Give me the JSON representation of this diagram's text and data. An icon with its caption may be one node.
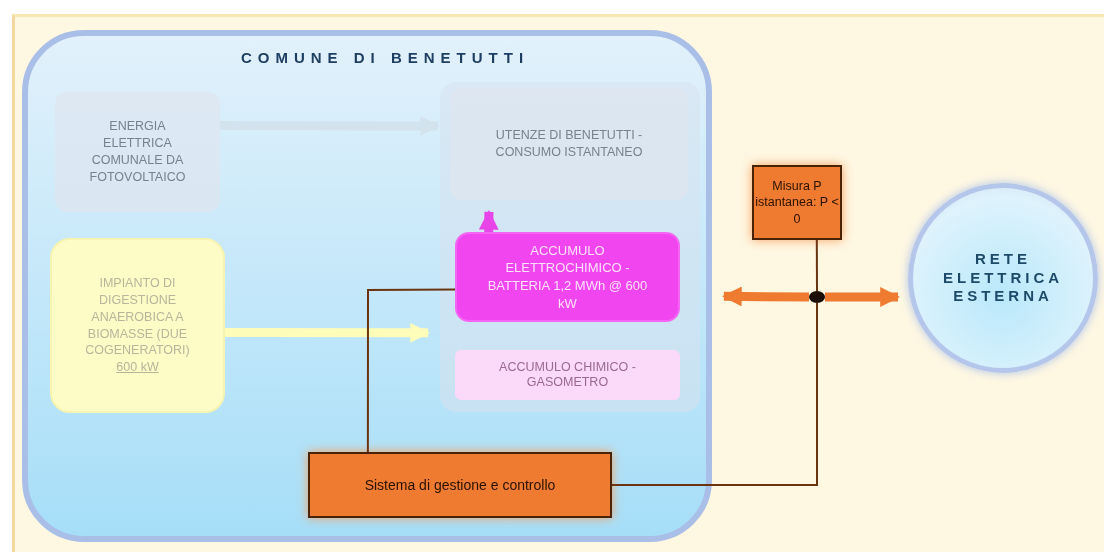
{
  "diagram": {
    "nodes": [
      {
        "text": [
          "COMUNE DI BENETUTTI"
        ]
      },
      {
        "text": [
          "ENERGIA ELETTRICA COMUNALE DA FOTOVOLTAICO"
        ],
        "in": 0
      },
      {
        "text": [],
        "shape": "box",
        "in": 0
      },
      {
        "text": [
          "UTENZE DI BENETUTTI - CONSUMO ISTANTANEO"
        ],
        "in": 2
      },
      {
        "text": [
          "ACCUMULO ELETTROCHIMICO - BATTERIA 1,2 MWh @ 600 kW"
        ],
        "in": 2
      },
      {
        "text": [
          "ACCUMULO CHIMICO - GASOMETRO"
        ],
        "in": 2
      },
      {
        "text": [
          "IMPIANTO DI DIGESTIONE ANAEROBICA A BIOMASSE (DUE COGENERATORI)",
          "600 kW"
        ],
        "in": 0
      },
      {
        "text": [
          "Sistema di gestione e controllo"
        ],
        "in": 0
      },
      {
        "text": [
          "Misura P istantanea: P < 0"
        ]
      },
      {
        "text": [],
        "shape": "circle"
      },
      {
        "text": [
          "RETE ELETTRICA ESTERNA"
        ]
      }
    ],
    "edges": [
      {
        "from": 1,
        "to": 3,
        "arrow": "to",
        "color": "#d3e3ee"
      },
      {
        "from": 6,
        "to": 2,
        "arrow": "to",
        "color": "#fdfcb8"
      },
      {
        "from": 4,
        "to": 3,
        "arrow": "to",
        "color": "#e845e8"
      },
      {
        "from": 7,
        "to": 4,
        "arrow": "none",
        "color": "#6b3410"
      },
      {
        "from": 7,
        "to": 9,
        "arrow": "none",
        "color": "#6b3410"
      },
      {
        "from": 9,
        "to": 8,
        "arrow": "none",
        "color": "#6b3410"
      },
      {
        "from": 9,
        "to": 0,
        "arrow": "to",
        "color": "#ee7b30"
      },
      {
        "from": 9,
        "to": 10,
        "arrow": "to",
        "color": "#ee7b30"
      }
    ]
  }
}
